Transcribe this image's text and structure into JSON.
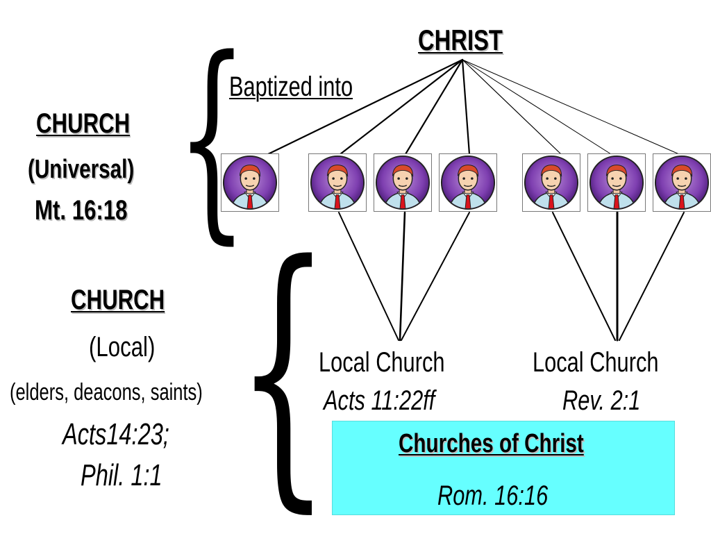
{
  "christ": "CHRIST",
  "baptized": "Baptized into",
  "universal": {
    "title": "CHURCH",
    "sub": "(Universal)",
    "ref": "Mt. 16:18"
  },
  "local": {
    "title": "CHURCH",
    "sub": "(Local)",
    "members": "(elders, deacons, saints)",
    "ref1": "Acts14:23;",
    "ref2": "Phil. 1:1"
  },
  "local_church_1": {
    "label": "Local Church",
    "ref": "Acts 11:22ff"
  },
  "local_church_2": {
    "label": "Local Church",
    "ref": "Rev. 2:1"
  },
  "churches_box": {
    "title": "Churches of Christ",
    "ref": "Rom. 16:16",
    "color": "#66ffff"
  },
  "member_icon": "person-icon",
  "member_count": 7
}
